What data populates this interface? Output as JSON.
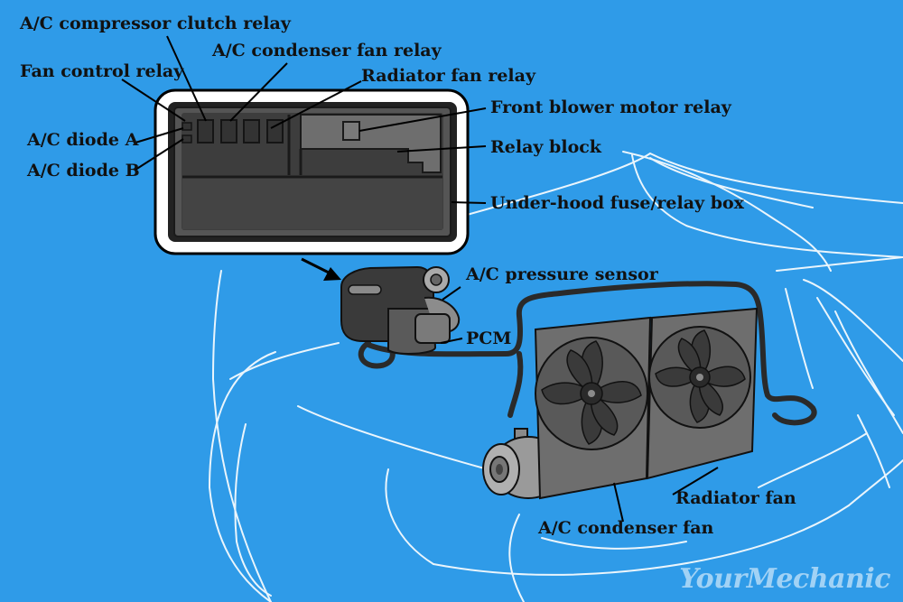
{
  "labels": {
    "compressor_clutch_relay": "A/C compressor clutch relay",
    "condenser_fan_relay": "A/C condenser fan relay",
    "fan_control_relay": "Fan control relay",
    "radiator_fan_relay": "Radiator fan relay",
    "front_blower_motor_relay": "Front blower motor relay",
    "diode_a": "A/C diode A",
    "diode_b": "A/C diode B",
    "relay_block": "Relay block",
    "fuse_relay_box": "Under-hood fuse/relay box",
    "pressure_sensor": "A/C pressure sensor",
    "pcm": "PCM",
    "radiator_fan": "Radiator fan",
    "condenser_fan": "A/C condenser fan"
  },
  "watermark": "YourMechanic",
  "colors": {
    "background": "#2f9be8",
    "outline": "#ffffff",
    "component_dark": "#3a3a3a",
    "component_mid": "#6e6e6e",
    "label_text": "#111111"
  }
}
